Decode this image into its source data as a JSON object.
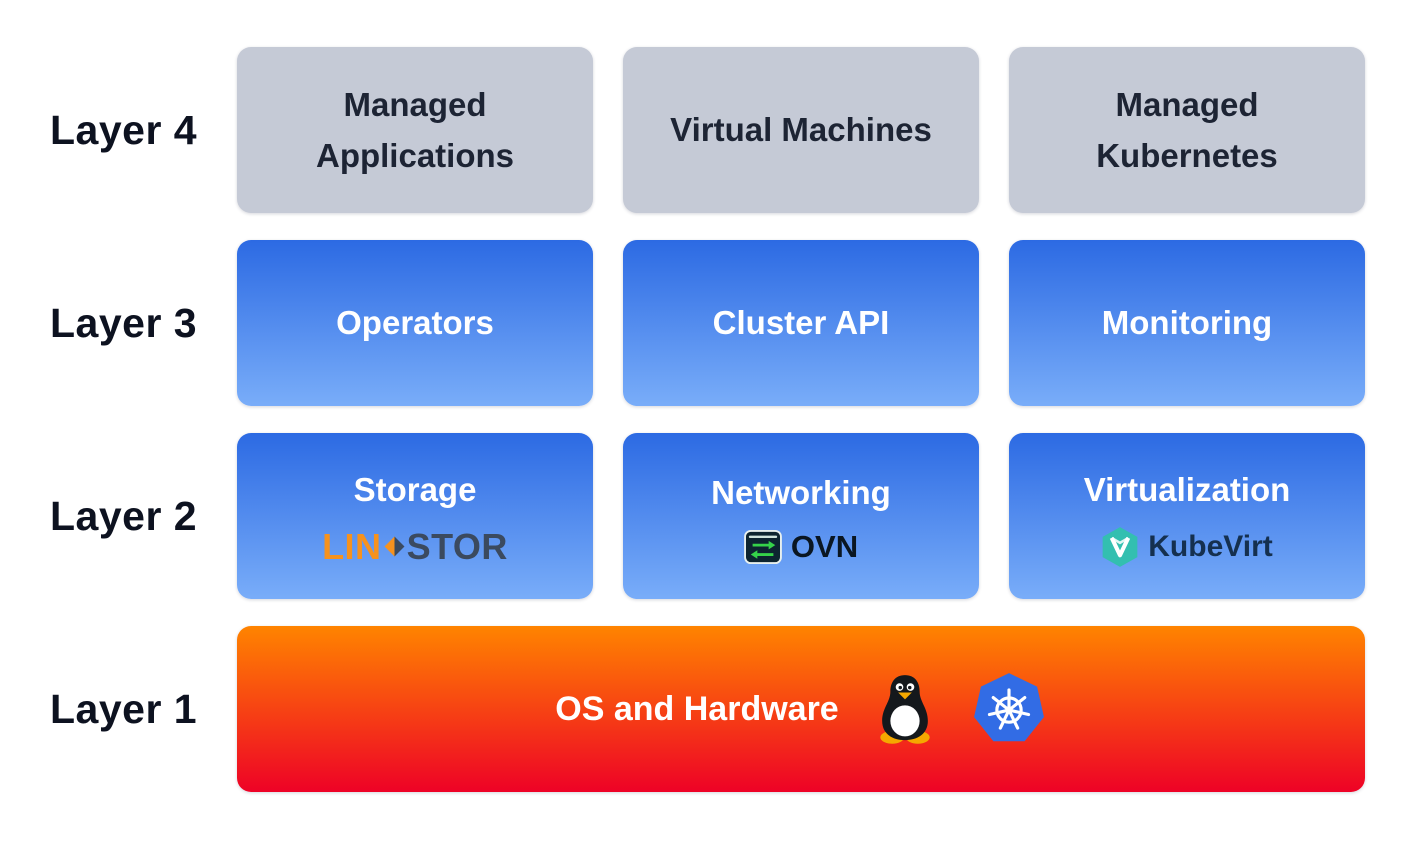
{
  "layers": [
    {
      "label": "Layer 4",
      "boxes": [
        {
          "title": "Managed Applications"
        },
        {
          "title": "Virtual Machines"
        },
        {
          "title": "Managed Kubernetes"
        }
      ]
    },
    {
      "label": "Layer 3",
      "boxes": [
        {
          "title": "Operators"
        },
        {
          "title": "Cluster API"
        },
        {
          "title": "Monitoring"
        }
      ]
    },
    {
      "label": "Layer 2",
      "boxes": [
        {
          "title": "Storage",
          "logo": {
            "name": "linstor-logo",
            "part1": "LIN",
            "part2": "STOR"
          }
        },
        {
          "title": "Networking",
          "logo": {
            "name": "ovn-logo",
            "text": "OVN"
          }
        },
        {
          "title": "Virtualization",
          "logo": {
            "name": "kubevirt-logo",
            "text": "KubeVirt"
          }
        }
      ]
    },
    {
      "label": "Layer 1",
      "boxes": [
        {
          "title": "OS and Hardware",
          "icons": [
            "tux-linux-icon",
            "kubernetes-icon"
          ]
        }
      ]
    }
  ],
  "colors": {
    "background": "#ffffff",
    "label_text": "#0d1220",
    "gray_box": "#c5cad6",
    "gray_box_text": "#1d2434",
    "blue_box_top": "#2c6ae3",
    "blue_box_bottom": "#79adf9",
    "layer1_top": "#ff8400",
    "layer1_bottom": "#ee0226",
    "linstor_orange": "#f6921e",
    "linstor_dark": "#3b4a5f",
    "ovn_green": "#35d24a",
    "ovn_square": "#0d2430",
    "kubevirt_teal": "#33bfb0",
    "kubernetes_blue": "#326ce5",
    "tux_yellow": "#f5a800"
  }
}
